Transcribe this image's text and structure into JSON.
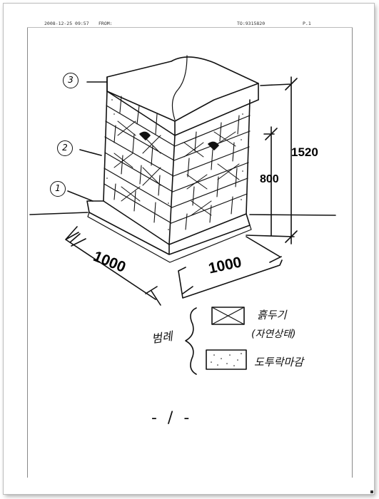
{
  "fax_header": {
    "datetime": "2008-12-25  09:57",
    "from_label": "FROM:",
    "to": "TO:9315820",
    "page": "P.1"
  },
  "dimensions": {
    "width_left": "1000",
    "width_right": "1000",
    "height_total": "1520",
    "height_partial": "800"
  },
  "callouts": [
    "3",
    "2",
    "1"
  ],
  "legend": {
    "title": "범례",
    "items": [
      {
        "label": "흙두기",
        "sublabel": "(자연상태)"
      },
      {
        "label": "도투락마감",
        "sublabel": ""
      }
    ]
  },
  "page_number": "- / -"
}
